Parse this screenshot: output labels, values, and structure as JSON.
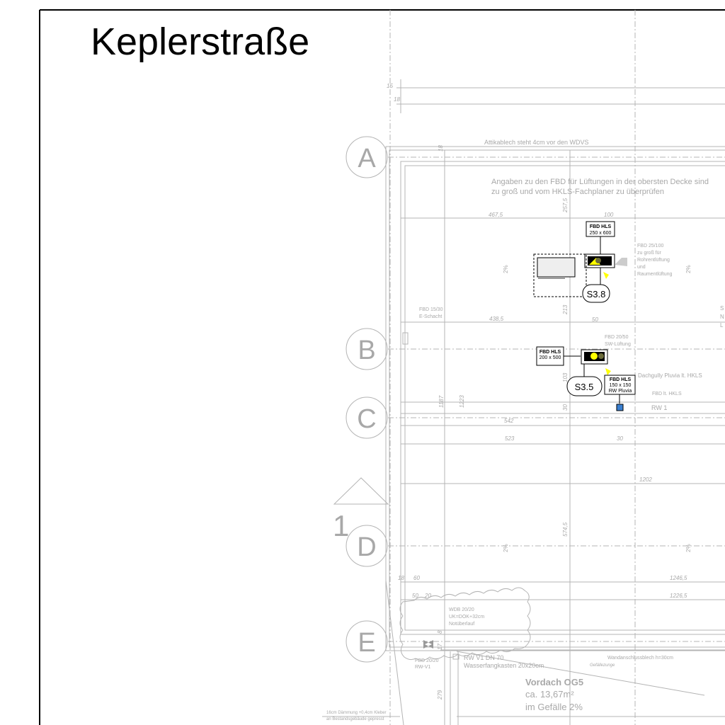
{
  "title": "Keplerstraße",
  "axes": [
    "A",
    "B",
    "C",
    "D",
    "E"
  ],
  "section_marker": "1",
  "notes": {
    "attika": "Attikablech steht 4cm vor den WDVS",
    "fbd_line1": "Angaben zu den FBD für Lüftungen in der obersten Decke sind",
    "fbd_line2": "zu groß und vom HKLS-Fachplaner zu überprüfen",
    "fbd25_lines": [
      "FBD 25/100",
      "zu groß für",
      "Rohrentlüftung",
      "und",
      "Raumentlüftung"
    ],
    "fbd15_lines": [
      "FBD 15/30",
      "E-Schacht"
    ],
    "fbd20_50_lines": [
      "FBD 20/50",
      "SW-Lüftung"
    ],
    "dachgully": "Dachgully Pluvia lt. HKLS",
    "fbd_hkls": "FBD lt. HKLS",
    "rw1": "RW 1",
    "wdb_lines": [
      "WDB 20/20",
      "UK=DOK+32cm",
      "Notüberlauf"
    ],
    "fbd2020_lines": [
      "FBD 20/20",
      "RW-V1"
    ],
    "rwv1_lines": [
      "RW V1 DN 70",
      "Wasserfangkasten 20x20cm"
    ],
    "gefaelle": "Gefällezunge",
    "wandanschluss": "Wandanschlussblech h=30cm",
    "daemmung_lines": [
      "16cm Dämmung +0,4cm Kleber",
      "an Bestandsgebäude gepresst"
    ],
    "cut_right": [
      "S",
      "N",
      "L"
    ]
  },
  "tags": {
    "fbd_hls_1": [
      "FBD HLS",
      "250 x 600"
    ],
    "fbd_hls_2": [
      "FBD HLS",
      "200 x 500"
    ],
    "fbd_hls_3": [
      "FBD HLS",
      "150 x 150",
      "RW Pluvia"
    ],
    "s38": "S3.8",
    "s35": "S3.5"
  },
  "vordach": {
    "title": "Vordach OG5",
    "area": "ca. 13,67m²",
    "slope": "im Gefälle 2%"
  },
  "dimensions": {
    "d15": "15",
    "d18": "18",
    "d18b": "18",
    "d2575": "257,5",
    "d4675": "467,5",
    "d100": "100",
    "d213": "213",
    "d4385": "438,5",
    "d50": "50",
    "d1187": "1187",
    "d1223": "1223",
    "d30v": "30",
    "d542": "542",
    "d523": "523",
    "d30": "30",
    "d1202": "1202",
    "d5745": "574,5",
    "d12465": "1246,5",
    "d12265": "1226,5",
    "d60": "60",
    "d50b": "50",
    "d20": "20",
    "d17": "17",
    "d8": "8",
    "d279": "279",
    "d103": "103",
    "slope1": "2%",
    "slope2": "2%",
    "slope3": "2%",
    "slope4": "2%"
  },
  "colors": {
    "highlight": "#ffff00",
    "drain": "#3a7fd0"
  }
}
